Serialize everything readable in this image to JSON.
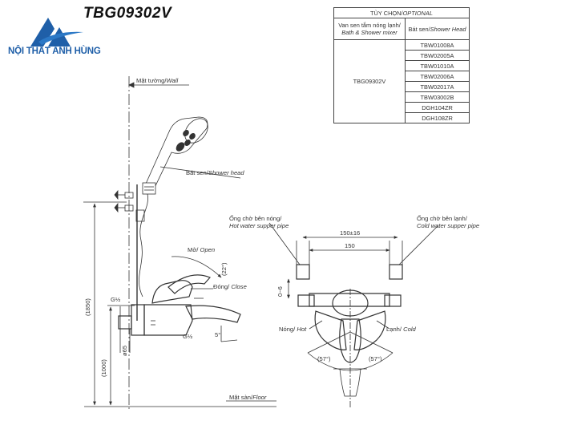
{
  "brand": {
    "name": "NỘI THẤT ANH HÙNG",
    "color": "#1f5fa8"
  },
  "model_title": "TBG09302V",
  "options_table": {
    "header_prefix": "TÙY CHỌN/",
    "header_italic": "OPTIONAL",
    "col1_line1": "Van sen tắm nóng lạnh/",
    "col1_line2": "Bath & Shower mixer",
    "col2_prefix": "Bát sen/",
    "col2_italic": "Shower Head",
    "model": "TBG09302V",
    "shower_heads": [
      "TBW01008A",
      "TBW02005A",
      "TBW01010A",
      "TBW02006A",
      "TBW02017A",
      "TBW03002B",
      "DGH104ZR",
      "DGH108ZR"
    ]
  },
  "labels": {
    "wall_prefix": "Mặt tường/",
    "wall_italic": "Wall",
    "floor_prefix": "Mặt sàn/",
    "floor_italic": "Floor",
    "shower_head_prefix": "Bát sen/",
    "shower_head_italic": "Shower head",
    "open_prefix": "Mở/ ",
    "open_italic": "Open",
    "close_prefix": "Đóng/ ",
    "close_italic": "Close",
    "hot_pipe_line1": "Ống chờ bên nóng/",
    "hot_pipe_line2": "Hot water supper pipe",
    "cold_pipe_line1": "Ống chờ bên lạnh/",
    "cold_pipe_line2": "Cold water supper pipe",
    "hot_prefix": "Nóng/ ",
    "hot_italic": "Hot",
    "cold_prefix": "Lạnh/ ",
    "cold_italic": "Cold"
  },
  "dimensions": {
    "height_1850": "(1850)",
    "height_1000": "(1000)",
    "d65": "65",
    "thread_top": "G½",
    "thread_bottom": "G½",
    "angle_22": "(22°)",
    "angle_5": "5°",
    "span_tol": "150±16",
    "span": "150",
    "offset": "0~6",
    "angle_left": "(57°)",
    "angle_right": "(57°)"
  }
}
